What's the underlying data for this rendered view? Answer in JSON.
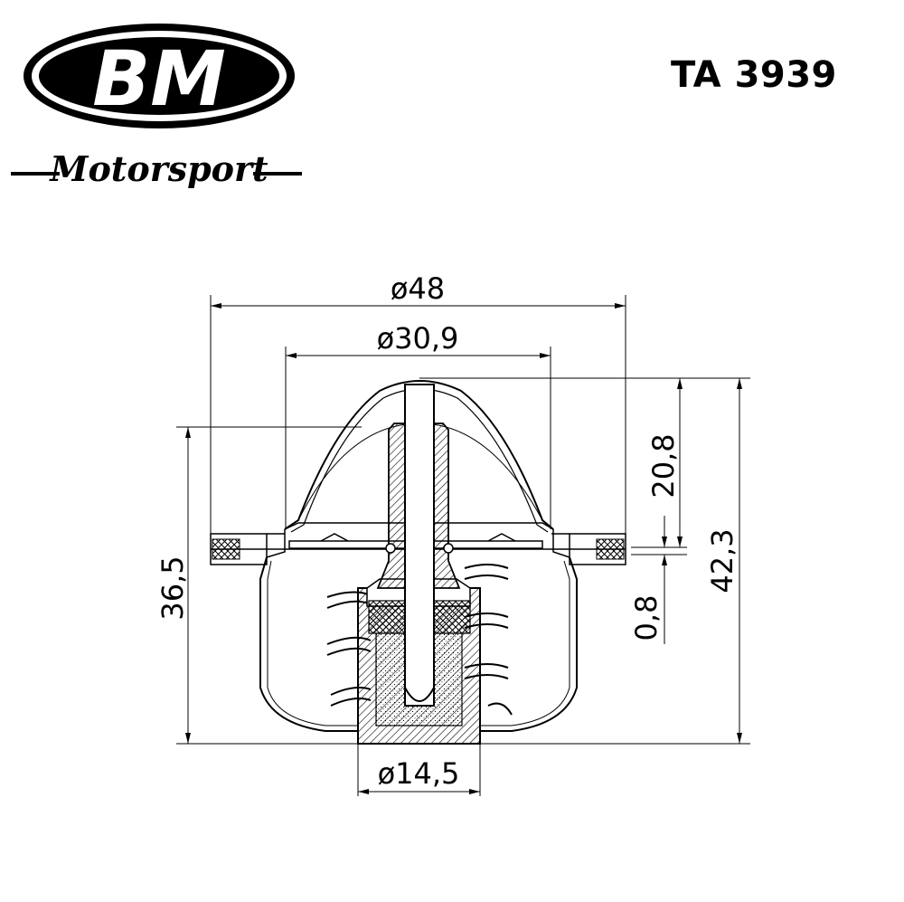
{
  "brand": {
    "logo_text": "BM",
    "wordmark": "Motorsport"
  },
  "part_number": "TA 3939",
  "dimensions": {
    "outer_diameter": "ø48",
    "flange_inner_diameter": "ø30,9",
    "bottom_diameter": "ø14,5",
    "left_height": "36,5",
    "dome_height": "20,8",
    "total_height": "42,3",
    "flange_thickness": "0,8"
  },
  "colors": {
    "line": "#000000",
    "background": "#ffffff"
  }
}
